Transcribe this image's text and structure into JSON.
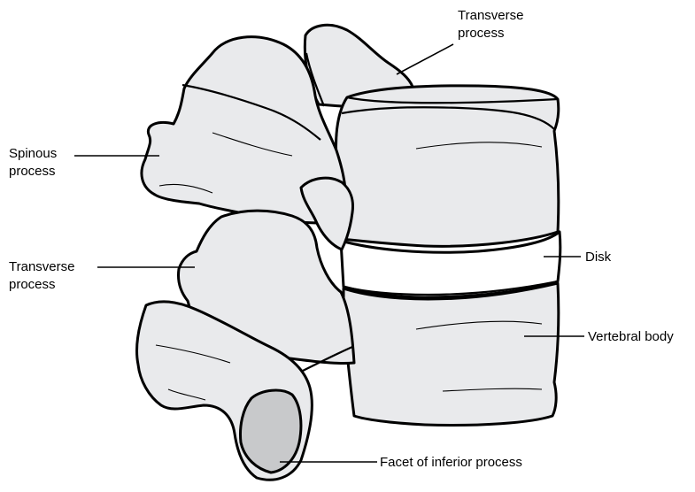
{
  "labels": {
    "transverse_top": [
      "Transverse",
      "process"
    ],
    "spinous": [
      "Spinous",
      "process"
    ],
    "transverse_mid": [
      "Transverse",
      "process"
    ],
    "disk": "Disk",
    "vertebral_body": "Vertebral body",
    "facet": "Facet of inferior process"
  },
  "colors": {
    "bone": "#e9eaec",
    "disk": "#ffffff",
    "facet": "#c8c9cb",
    "outline": "#000000"
  }
}
